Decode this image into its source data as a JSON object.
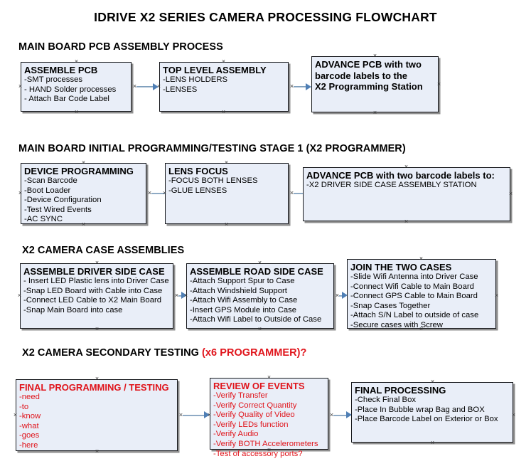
{
  "document": {
    "title": "IDRIVE X2  SERIES CAMERA PROCESSING FLOWCHART",
    "accent_color": "#e0141b",
    "box_fill": "#e9eef8",
    "box_border": "#16181c",
    "connector_color": "#9fb6cd"
  },
  "sections": [
    {
      "id": "main-board-pcb-assembly",
      "title": "MAIN BOARD PCB ASSEMBLY PROCESS",
      "title_accent": "",
      "boxes": [
        {
          "id": "assemble-pcb",
          "heading": "ASSEMBLE PCB",
          "lines": [
            "-SMT processes",
            "- HAND Solder processes",
            "- Attach Bar Code Label"
          ]
        },
        {
          "id": "top-level-assembly",
          "heading": "TOP LEVEL ASSEMBLY",
          "lines": [
            "-LENS HOLDERS",
            "-LENSES"
          ]
        },
        {
          "id": "advance-pcb-programming-station",
          "heading": "ADVANCE PCB with two",
          "lines": [
            "barcode labels to the",
            " X2 Programming Station"
          ]
        }
      ]
    },
    {
      "id": "main-board-initial-programming",
      "title": "MAIN BOARD INITIAL PROGRAMMING/TESTING STAGE 1 (X2 PROGRAMMER)",
      "title_accent": "",
      "boxes": [
        {
          "id": "device-programming",
          "heading": "DEVICE PROGRAMMING",
          "lines": [
            "-Scan Barcode",
            "-Boot Loader",
            "-Device Configuration",
            "-Test Wired Events",
            "-AC SYNC"
          ]
        },
        {
          "id": "lens-focus",
          "heading": "LENS FOCUS",
          "lines": [
            "-FOCUS BOTH LENSES",
            "-GLUE LENSES"
          ]
        },
        {
          "id": "advance-pcb-driver-side-case",
          "heading": "ADVANCE PCB with two barcode labels to:",
          "lines": [
            "-X2 DRIVER  SIDE  CASE  ASSEMBLY STATION"
          ]
        }
      ]
    },
    {
      "id": "x2-camera-case-assemblies",
      "title": "X2 CAMERA CASE ASSEMBLIES",
      "title_accent": "",
      "boxes": [
        {
          "id": "assemble-driver-side-case",
          "heading": "ASSEMBLE DRIVER SIDE CASE",
          "lines": [
            "- Insert LED Plastic lens into Driver Case",
            "-Snap LED Board with Cable into Case",
            "-Connect LED Cable to X2 Main Board",
            "-Snap Main Board into case"
          ]
        },
        {
          "id": "assemble-road-side-case",
          "heading": "ASSEMBLE ROAD SIDE CASE",
          "lines": [
            "-Attach Support Spur to Case",
            "-Attach Windshield Support",
            "-Attach Wifi Assembly to Case",
            "-Insert GPS Module into Case",
            "-Attach Wifi Label to Outside of Case"
          ]
        },
        {
          "id": "join-the-two-cases",
          "heading": "JOIN THE TWO CASES",
          "lines": [
            "-Slide Wifi Antenna into Driver Case",
            "-Connect Wifi Cable to Main Board",
            "-Connect GPS Cable to Main Board",
            "-Snap Cases Together",
            "-Attach S/N Label to outside of case",
            "-Secure cases with Screw"
          ]
        }
      ]
    },
    {
      "id": "x2-camera-secondary-testing",
      "title": "X2 CAMERA SECONDARY TESTING ",
      "title_accent": "(x6 PROGRAMMER)?",
      "boxes": [
        {
          "id": "final-programming-testing",
          "heading": "FINAL PROGRAMMING / TESTING",
          "lines": [
            "-need",
            "-to",
            "-know",
            "-what",
            "-goes",
            "-here"
          ]
        },
        {
          "id": "review-of-events",
          "heading": "REVIEW OF EVENTS",
          "lines": [
            "-Verify Transfer",
            "-Verify Correct Quantity",
            "-Verify Quality of Video",
            "-Verify LEDs function",
            "-Verify Audio",
            "-Verify BOTH Accelerometers",
            "-Test of accessory ports?"
          ]
        },
        {
          "id": "final-processing",
          "heading": "FINAL PROCESSING",
          "lines": [
            " -Check Final Box",
            "-Place In Bubble wrap Bag and BOX",
            "-Place Barcode Label on Exterior or Box"
          ]
        }
      ]
    }
  ]
}
